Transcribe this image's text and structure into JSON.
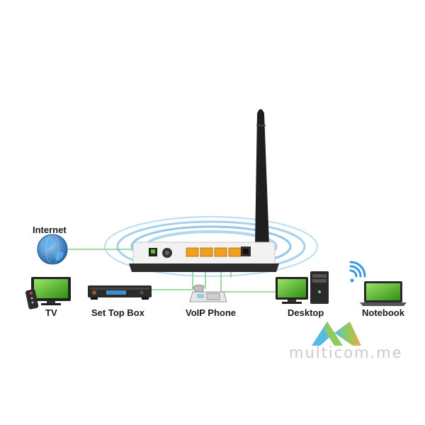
{
  "diagram": {
    "labels": {
      "internet": "Internet",
      "tv": "TV",
      "set_top_box": "Set Top Box",
      "voip_phone": "VoIP Phone",
      "desktop": "Desktop",
      "notebook": "Notebook"
    },
    "colors": {
      "link": "#7dd47d",
      "signal": "#3a9ad9",
      "router_body": "#f2f2f2",
      "router_base": "#2d2d2d",
      "lan_port": "#f0a020",
      "screen_green": "#5cbf2a",
      "globe": "#2f7fc4"
    },
    "icons": [
      "globe-icon",
      "tv-icon",
      "remote-icon",
      "set-top-box-icon",
      "phone-icon",
      "monitor-icon",
      "tower-icon",
      "laptop-icon",
      "wifi-icon",
      "router-icon",
      "antenna-icon"
    ]
  },
  "watermark": {
    "text": "multicom.me"
  }
}
